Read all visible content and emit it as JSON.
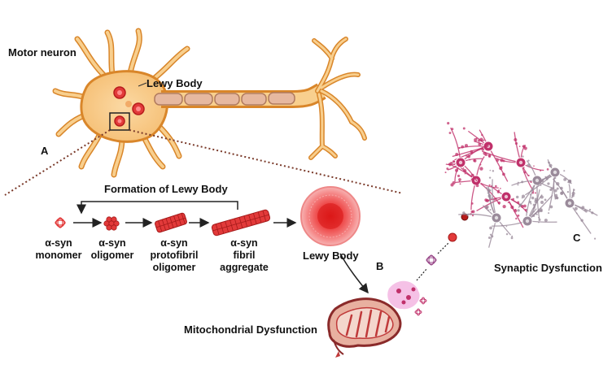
{
  "labels": {
    "motor_neuron": "Motor neuron",
    "lewy_body_neuron": "Lewy Body",
    "panel_a": "A",
    "panel_b": "B",
    "panel_c": "C",
    "formation": "Formation of Lewy Body",
    "lewy_body_result": "Lewy Body",
    "mitochondrial": "Mitochondrial Dysfunction",
    "synaptic": "Synaptic Dysfunction"
  },
  "stages": [
    {
      "line1": "α-syn",
      "line2": "monomer",
      "line3": ""
    },
    {
      "line1": "α-syn",
      "line2": "oligomer",
      "line3": ""
    },
    {
      "line1": "α-syn",
      "line2": "protofibril",
      "line3": "oligomer"
    },
    {
      "line1": "α-syn",
      "line2": "fibril",
      "line3": "aggregate"
    }
  ],
  "colors": {
    "neuron_fill": "#f8cf8e",
    "neuron_stroke": "#d9862a",
    "myelin": "#e6b8a0",
    "lewy_red": "#e23a3a",
    "synapse_magenta": "#c0306a",
    "synapse_gray": "#9a8a9a",
    "mito_red": "#c03a3a"
  }
}
